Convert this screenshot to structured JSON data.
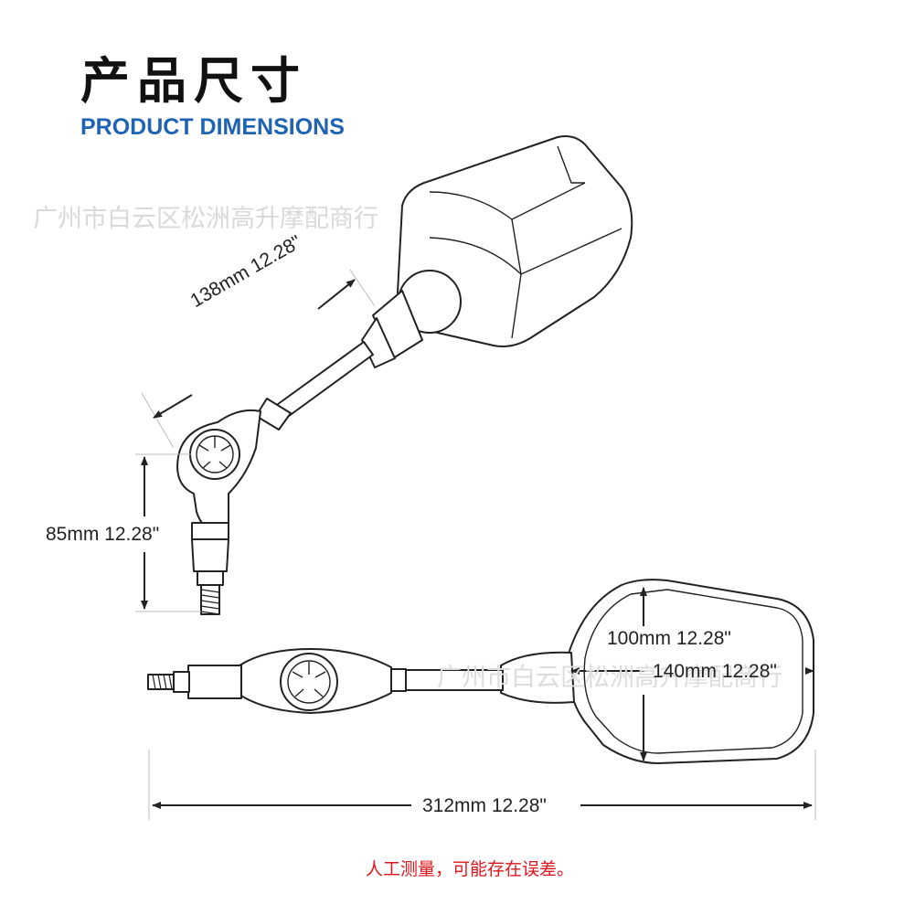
{
  "header": {
    "title_cn": "产品尺寸",
    "title_en": "PRODUCT DIMENSIONS"
  },
  "watermark": {
    "text": "广州市白云区松洲高升摩配商行"
  },
  "dimensions": {
    "arm_length": "138mm  12.28\"",
    "stem_height": "85mm  12.28\"",
    "mirror_height": "100mm  12.28\"",
    "mirror_width": "140mm  12.28\"",
    "total_length": "312mm  12.28\""
  },
  "note": "人工测量，可能存在误差。",
  "colors": {
    "title_en": "#1f63b3",
    "note": "#e0141c",
    "line": "#222222"
  }
}
